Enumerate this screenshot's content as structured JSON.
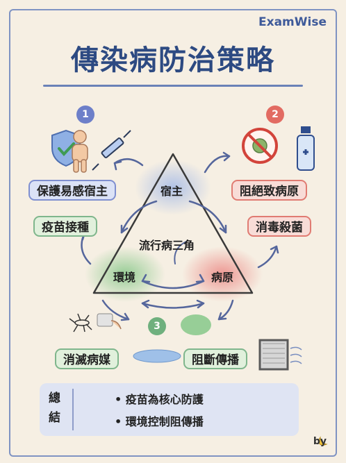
{
  "brand": "ExamWise",
  "title": "傳染病防治策略",
  "triangle": {
    "center": "流行病三角",
    "top": "宿主",
    "left": "環境",
    "right": "病原"
  },
  "steps": [
    {
      "number": "1",
      "actions": [
        "保護易感宿主",
        "疫苗接種"
      ]
    },
    {
      "number": "2",
      "actions": [
        "阻絕致病原",
        "消毒殺菌"
      ]
    },
    {
      "number": "3",
      "actions": [
        "消滅病媒",
        "阻斷傳播"
      ]
    }
  ],
  "summary": {
    "heading": "總結",
    "items": [
      "• 疫苗為核心防護",
      "• 環境控制阻傳播"
    ]
  },
  "footer": "by",
  "colors": {
    "blue": "#7f8fd0",
    "red": "#e07b72",
    "green": "#7fb68c",
    "title": "#2d4a82"
  },
  "icons": [
    "shield-check-icon",
    "person-icon",
    "syringe-icon",
    "virus-prohibited-icon",
    "spray-bottle-icon",
    "mosquito-icon",
    "cleaning-hand-icon",
    "puddle-icon",
    "window-screen-icon",
    "banana-icon"
  ]
}
